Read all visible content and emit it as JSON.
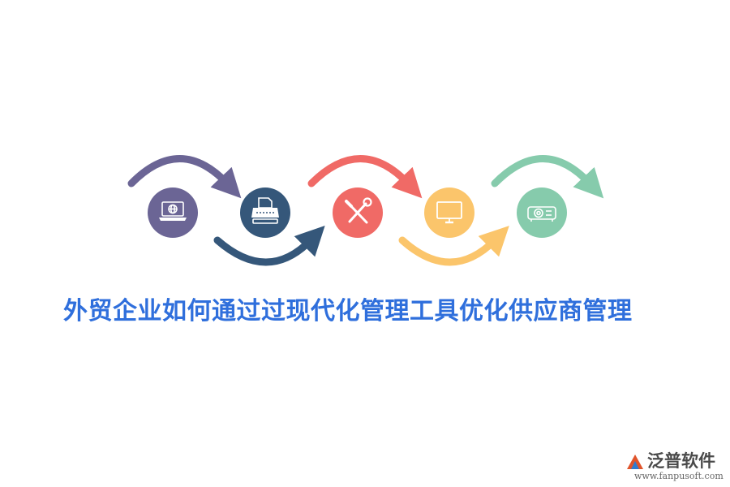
{
  "title": "外贸企业如何通过过现代化管理工具优化供应商管理",
  "steps": [
    {
      "icon": "laptop-globe-icon",
      "color": "#6b6595"
    },
    {
      "icon": "printer-icon",
      "color": "#35577a"
    },
    {
      "icon": "tools-icon",
      "color": "#f06a66"
    },
    {
      "icon": "monitor-icon",
      "color": "#fbc56b"
    },
    {
      "icon": "projector-icon",
      "color": "#86cbac"
    }
  ],
  "brand": {
    "name": "泛普软件",
    "url": "www.fanpusoft.com",
    "logo_icon": "fanpu-logo-icon"
  }
}
